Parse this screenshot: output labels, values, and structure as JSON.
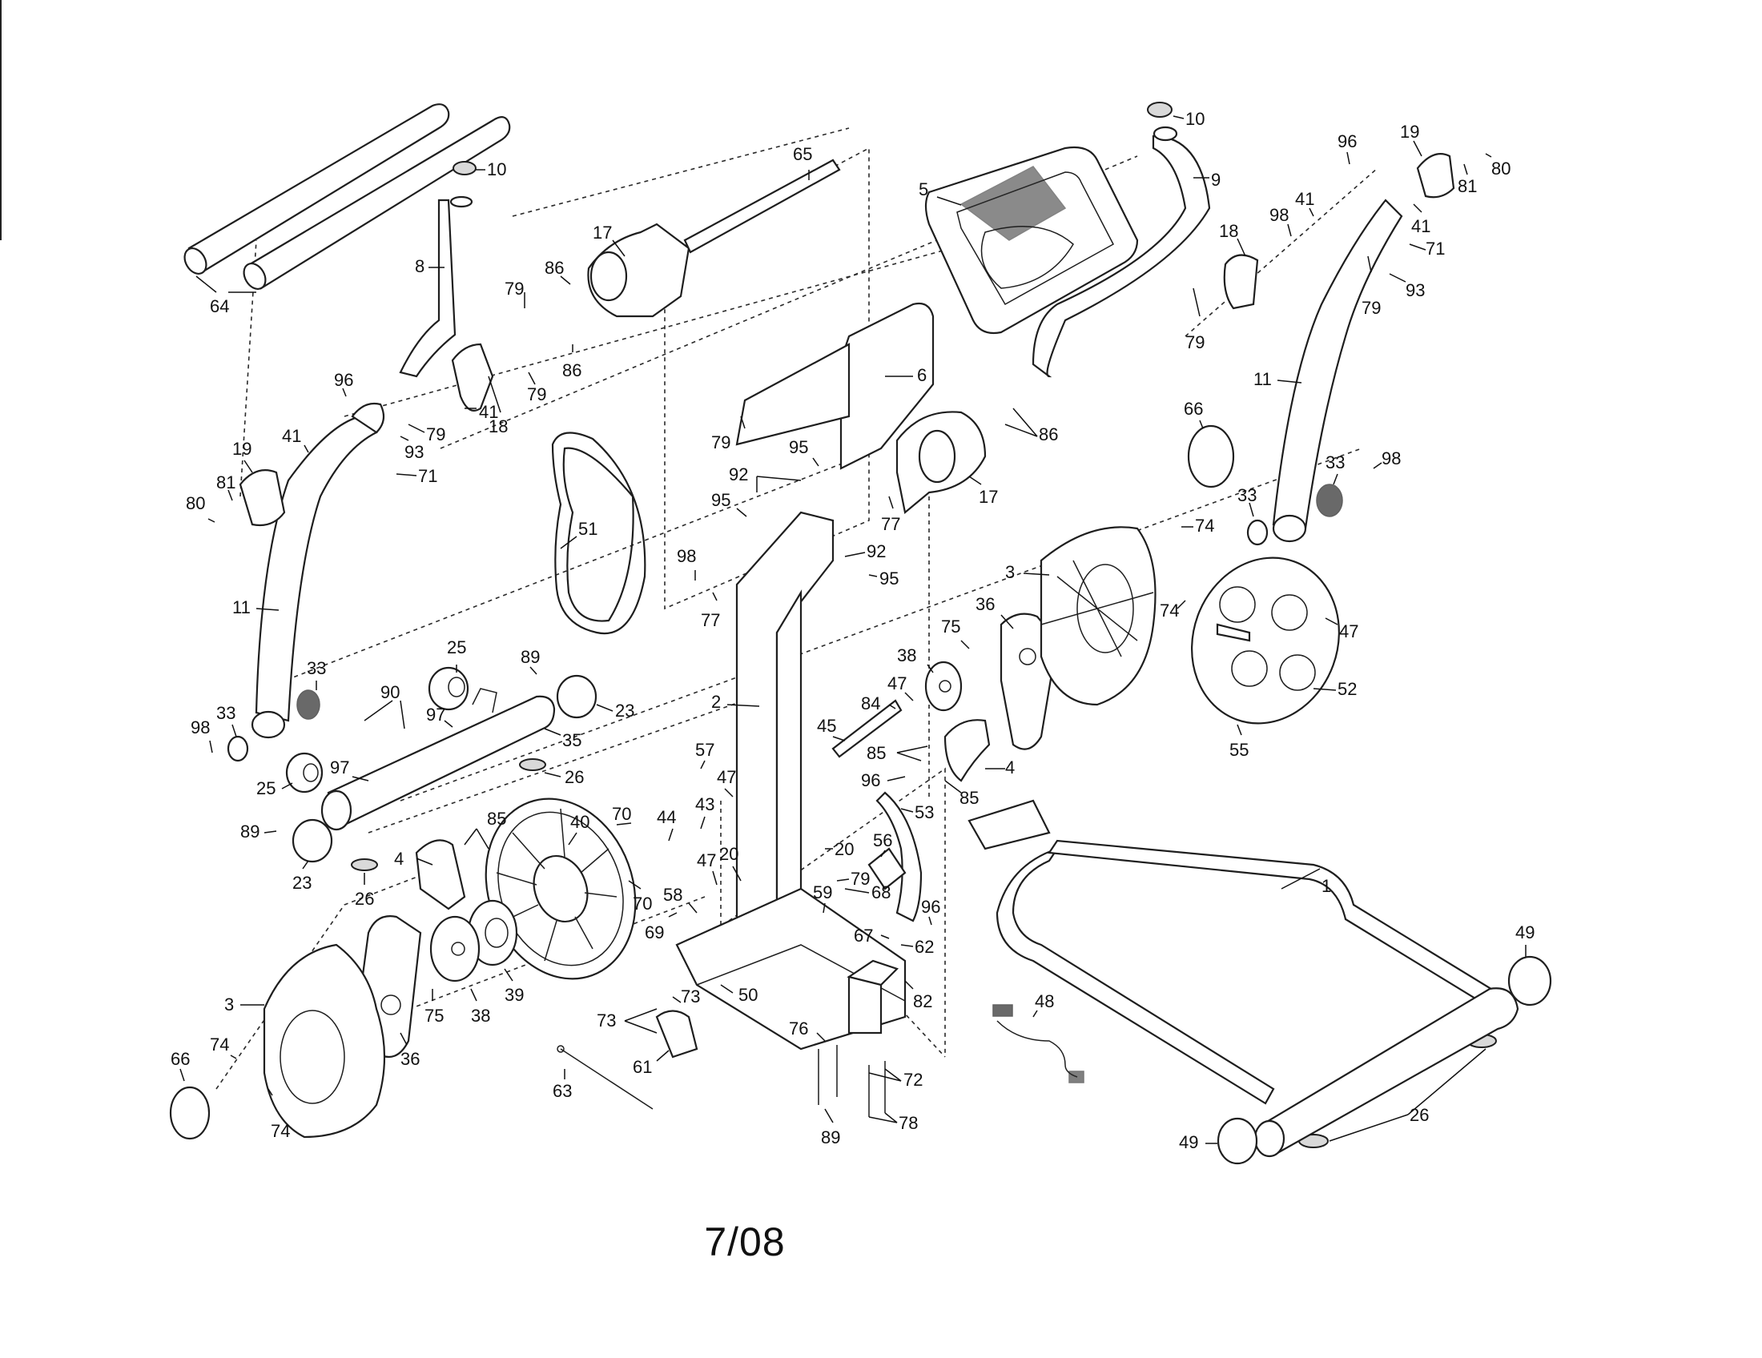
{
  "diagram": {
    "footer": "7/08",
    "callouts": [
      {
        "id": "c1",
        "text": "1"
      },
      {
        "id": "c2",
        "text": "2"
      },
      {
        "id": "c3a",
        "text": "3"
      },
      {
        "id": "c3b",
        "text": "3"
      },
      {
        "id": "c4a",
        "text": "4"
      },
      {
        "id": "c4b",
        "text": "4"
      },
      {
        "id": "c5",
        "text": "5"
      },
      {
        "id": "c6",
        "text": "6"
      },
      {
        "id": "c8",
        "text": "8"
      },
      {
        "id": "c9",
        "text": "9"
      },
      {
        "id": "c10a",
        "text": "10"
      },
      {
        "id": "c10b",
        "text": "10"
      },
      {
        "id": "c11a",
        "text": "11"
      },
      {
        "id": "c11b",
        "text": "11"
      },
      {
        "id": "c17a",
        "text": "17"
      },
      {
        "id": "c17b",
        "text": "17"
      },
      {
        "id": "c18a",
        "text": "18"
      },
      {
        "id": "c18b",
        "text": "18"
      },
      {
        "id": "c19a",
        "text": "19"
      },
      {
        "id": "c19b",
        "text": "19"
      },
      {
        "id": "c20a",
        "text": "20"
      },
      {
        "id": "c20b",
        "text": "20"
      },
      {
        "id": "c23a",
        "text": "23"
      },
      {
        "id": "c23b",
        "text": "23"
      },
      {
        "id": "c25a",
        "text": "25"
      },
      {
        "id": "c25b",
        "text": "25"
      },
      {
        "id": "c26a",
        "text": "26"
      },
      {
        "id": "c26b",
        "text": "26"
      },
      {
        "id": "c26c",
        "text": "26"
      },
      {
        "id": "c33a",
        "text": "33"
      },
      {
        "id": "c33b",
        "text": "33"
      },
      {
        "id": "c33c",
        "text": "33"
      },
      {
        "id": "c33d",
        "text": "33"
      },
      {
        "id": "c35",
        "text": "35"
      },
      {
        "id": "c36a",
        "text": "36"
      },
      {
        "id": "c36b",
        "text": "36"
      },
      {
        "id": "c38a",
        "text": "38"
      },
      {
        "id": "c38b",
        "text": "38"
      },
      {
        "id": "c39",
        "text": "39"
      },
      {
        "id": "c40",
        "text": "40"
      },
      {
        "id": "c41a",
        "text": "41"
      },
      {
        "id": "c41b",
        "text": "41"
      },
      {
        "id": "c41c",
        "text": "41"
      },
      {
        "id": "c41d",
        "text": "41"
      },
      {
        "id": "c43",
        "text": "43"
      },
      {
        "id": "c44",
        "text": "44"
      },
      {
        "id": "c45",
        "text": "45"
      },
      {
        "id": "c47a",
        "text": "47"
      },
      {
        "id": "c47b",
        "text": "47"
      },
      {
        "id": "c47c",
        "text": "47"
      },
      {
        "id": "c47d",
        "text": "47"
      },
      {
        "id": "c48",
        "text": "48"
      },
      {
        "id": "c49a",
        "text": "49"
      },
      {
        "id": "c49b",
        "text": "49"
      },
      {
        "id": "c50",
        "text": "50"
      },
      {
        "id": "c51",
        "text": "51"
      },
      {
        "id": "c52",
        "text": "52"
      },
      {
        "id": "c53",
        "text": "53"
      },
      {
        "id": "c55",
        "text": "55"
      },
      {
        "id": "c56",
        "text": "56"
      },
      {
        "id": "c57",
        "text": "57"
      },
      {
        "id": "c58",
        "text": "58"
      },
      {
        "id": "c59",
        "text": "59"
      },
      {
        "id": "c61",
        "text": "61"
      },
      {
        "id": "c62",
        "text": "62"
      },
      {
        "id": "c63",
        "text": "63"
      },
      {
        "id": "c64",
        "text": "64"
      },
      {
        "id": "c65",
        "text": "65"
      },
      {
        "id": "c66a",
        "text": "66"
      },
      {
        "id": "c66b",
        "text": "66"
      },
      {
        "id": "c67",
        "text": "67"
      },
      {
        "id": "c68",
        "text": "68"
      },
      {
        "id": "c69",
        "text": "69"
      },
      {
        "id": "c70a",
        "text": "70"
      },
      {
        "id": "c70b",
        "text": "70"
      },
      {
        "id": "c71a",
        "text": "71"
      },
      {
        "id": "c71b",
        "text": "71"
      },
      {
        "id": "c72",
        "text": "72"
      },
      {
        "id": "c73a",
        "text": "73"
      },
      {
        "id": "c73b",
        "text": "73"
      },
      {
        "id": "c74a",
        "text": "74"
      },
      {
        "id": "c74b",
        "text": "74"
      },
      {
        "id": "c74c",
        "text": "74"
      },
      {
        "id": "c74d",
        "text": "74"
      },
      {
        "id": "c75a",
        "text": "75"
      },
      {
        "id": "c75b",
        "text": "75"
      },
      {
        "id": "c76",
        "text": "76"
      },
      {
        "id": "c77a",
        "text": "77"
      },
      {
        "id": "c77b",
        "text": "77"
      },
      {
        "id": "c78",
        "text": "78"
      },
      {
        "id": "c79a",
        "text": "79"
      },
      {
        "id": "c79b",
        "text": "79"
      },
      {
        "id": "c79c",
        "text": "79"
      },
      {
        "id": "c79d",
        "text": "79"
      },
      {
        "id": "c79e",
        "text": "79"
      },
      {
        "id": "c79f",
        "text": "79"
      },
      {
        "id": "c79g",
        "text": "79"
      },
      {
        "id": "c80a",
        "text": "80"
      },
      {
        "id": "c80b",
        "text": "80"
      },
      {
        "id": "c81a",
        "text": "81"
      },
      {
        "id": "c81b",
        "text": "81"
      },
      {
        "id": "c82",
        "text": "82"
      },
      {
        "id": "c84",
        "text": "84"
      },
      {
        "id": "c85a",
        "text": "85"
      },
      {
        "id": "c85b",
        "text": "85"
      },
      {
        "id": "c85c",
        "text": "85"
      },
      {
        "id": "c86a",
        "text": "86"
      },
      {
        "id": "c86b",
        "text": "86"
      },
      {
        "id": "c86c",
        "text": "86"
      },
      {
        "id": "c89a",
        "text": "89"
      },
      {
        "id": "c89b",
        "text": "89"
      },
      {
        "id": "c89c",
        "text": "89"
      },
      {
        "id": "c90",
        "text": "90"
      },
      {
        "id": "c92a",
        "text": "92"
      },
      {
        "id": "c92b",
        "text": "92"
      },
      {
        "id": "c93a",
        "text": "93"
      },
      {
        "id": "c93b",
        "text": "93"
      },
      {
        "id": "c95a",
        "text": "95"
      },
      {
        "id": "c95b",
        "text": "95"
      },
      {
        "id": "c95c",
        "text": "95"
      },
      {
        "id": "c96a",
        "text": "96"
      },
      {
        "id": "c96b",
        "text": "96"
      },
      {
        "id": "c96c",
        "text": "96"
      },
      {
        "id": "c96d",
        "text": "96"
      },
      {
        "id": "c97a",
        "text": "97"
      },
      {
        "id": "c97b",
        "text": "97"
      },
      {
        "id": "c98a",
        "text": "98"
      },
      {
        "id": "c98b",
        "text": "98"
      },
      {
        "id": "c98c",
        "text": "98"
      },
      {
        "id": "c98d",
        "text": "98"
      }
    ]
  }
}
